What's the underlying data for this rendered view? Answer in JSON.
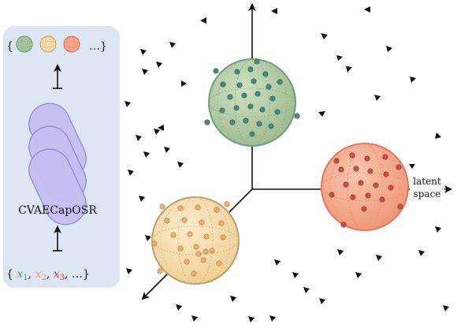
{
  "model_label": "CVAECapOSR",
  "axis_label_line1": "latent",
  "axis_label_line2": "space",
  "top_set": {
    "open_brace": "{",
    "ellipsis": "…}"
  },
  "bottom_set": {
    "open_brace": "{",
    "x": "x",
    "sub1": "1",
    "sub2": "2",
    "sub3": "3",
    "comma": ",",
    "ellipsis": "…}"
  },
  "colors": {
    "panel": "#dde6f2",
    "green_fill": "#a9c49a",
    "green_stroke": "#6f9e84",
    "green_dot": "#4d8a79",
    "yellow_fill": "#f6dba5",
    "yellow_stroke": "#b8a06a",
    "yellow_dot": "#e9a66a",
    "red_fill": "#f3a88a",
    "red_stroke": "#e3765f",
    "red_dot": "#c85248",
    "capsule_fill": "#c6c0f2",
    "capsule_stroke": "#8c83d4",
    "x1_color": "#5a9a85",
    "x2_color": "#e59a63",
    "x3_color": "#c4493e"
  }
}
